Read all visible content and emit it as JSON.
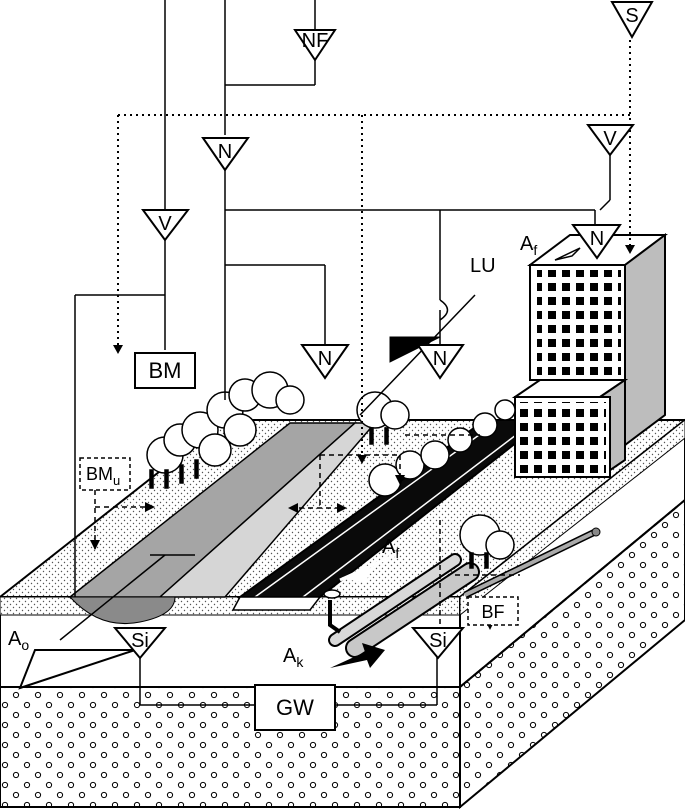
{
  "labels": {
    "nf": "NF",
    "s": "S",
    "n": "N",
    "v": "V",
    "lu": "LU",
    "af_main": "A",
    "af_sub": "f",
    "bm": "BM",
    "bmu_main": "BM",
    "bmu_sub": "u",
    "bf": "BF",
    "si": "Si",
    "gw": "GW",
    "ao_main": "A",
    "ao_sub": "o",
    "ak_main": "A",
    "ak_sub": "k"
  },
  "colors": {
    "stroke": "#000000",
    "road": "#0a0a0a",
    "gray_strip": "#a8a8a8",
    "light_gray": "#d0d0d0",
    "building_side": "#bdbdbd",
    "dots": "#7a7a7a"
  }
}
